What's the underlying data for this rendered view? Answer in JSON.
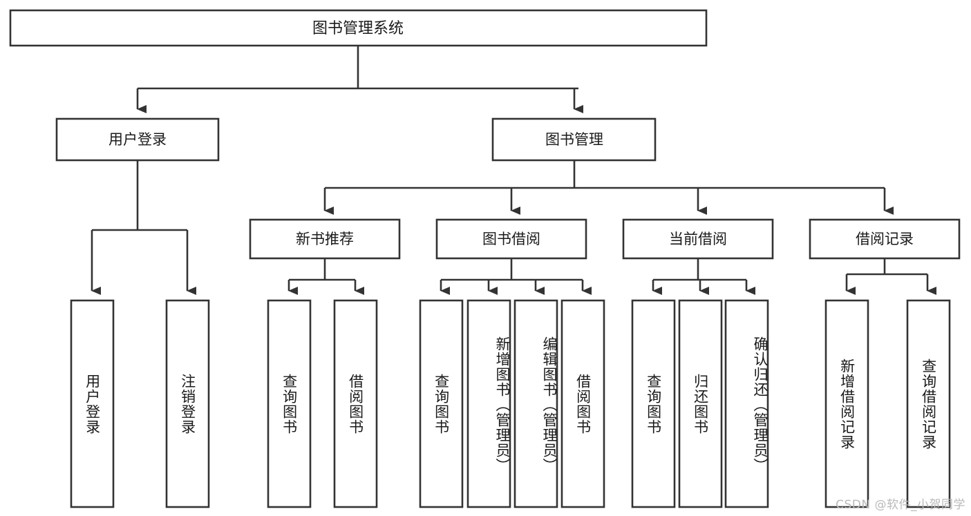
{
  "diagram": {
    "type": "tree-hierarchy-flowchart",
    "orientation": "top-down",
    "root": {
      "id": "root",
      "label": "图书管理系统"
    },
    "level2": [
      {
        "id": "user-login",
        "label": "用户登录"
      },
      {
        "id": "book-manage",
        "label": "图书管理"
      }
    ],
    "level3": [
      {
        "id": "new-book-recommend",
        "label": "新书推荐",
        "parent": "book-manage"
      },
      {
        "id": "book-borrow",
        "label": "图书借阅",
        "parent": "book-manage"
      },
      {
        "id": "current-borrow",
        "label": "当前借阅",
        "parent": "book-manage"
      },
      {
        "id": "borrow-record",
        "label": "借阅记录",
        "parent": "book-manage"
      }
    ],
    "leaves": [
      {
        "id": "leaf-user-login",
        "label": "用户登录",
        "parent": "user-login"
      },
      {
        "id": "leaf-logout-login",
        "label": "注销登录",
        "parent": "user-login"
      },
      {
        "id": "leaf-query-book-1",
        "label": "查询图书",
        "parent": "new-book-recommend"
      },
      {
        "id": "leaf-borrow-book-1",
        "label": "借阅图书",
        "parent": "new-book-recommend"
      },
      {
        "id": "leaf-query-book-2",
        "label": "查询图书",
        "parent": "book-borrow"
      },
      {
        "id": "leaf-add-book",
        "label": "新增图书（管理员）",
        "parent": "book-borrow"
      },
      {
        "id": "leaf-edit-book",
        "label": "编辑图书（管理员）",
        "parent": "book-borrow"
      },
      {
        "id": "leaf-borrow-book-2",
        "label": "借阅图书",
        "parent": "book-borrow"
      },
      {
        "id": "leaf-query-book-3",
        "label": "查询图书",
        "parent": "current-borrow"
      },
      {
        "id": "leaf-return-book",
        "label": "归还图书",
        "parent": "current-borrow"
      },
      {
        "id": "leaf-confirm-return",
        "label": "确认归还（管理员）",
        "parent": "current-borrow"
      },
      {
        "id": "leaf-add-record",
        "label": "新增借阅记录",
        "parent": "borrow-record"
      },
      {
        "id": "leaf-query-record",
        "label": "查询借阅记录",
        "parent": "borrow-record"
      }
    ],
    "colors": {
      "stroke": "#333333",
      "box_fill": "#ffffff",
      "text": "#1a1a1a",
      "background": "#ffffff",
      "watermark": "#b9b9b9"
    }
  },
  "watermark": {
    "text": "CSDN @软件_小贺同学"
  }
}
